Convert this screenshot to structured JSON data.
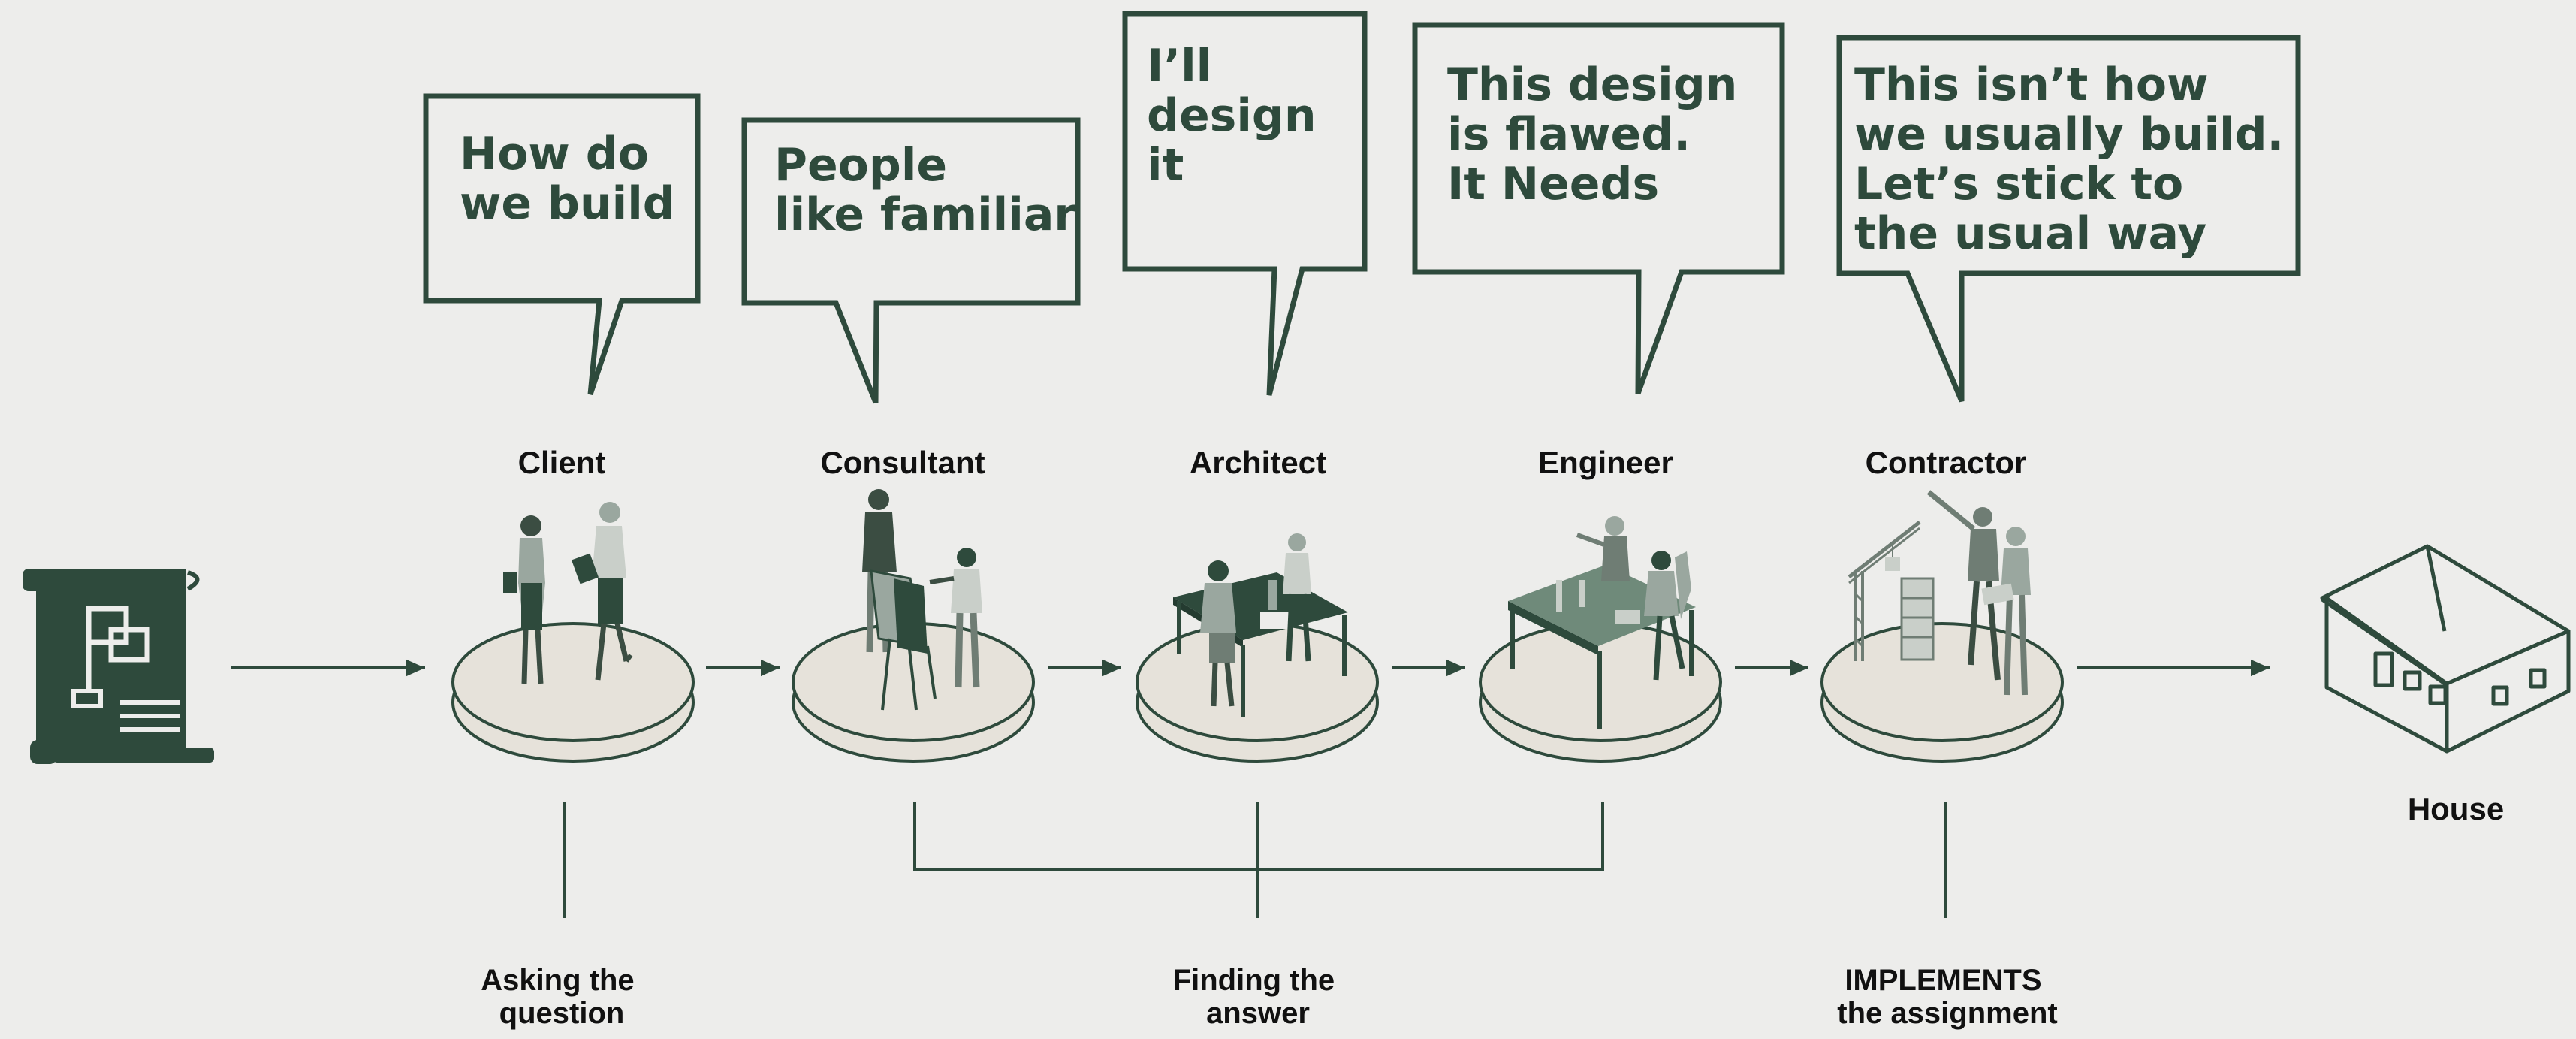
{
  "bubbles": [
    {
      "lines": [
        "How do",
        "we build"
      ]
    },
    {
      "lines": [
        "People",
        "like familiar"
      ]
    },
    {
      "lines": [
        "I’ll",
        "design",
        "it"
      ]
    },
    {
      "lines": [
        "This design",
        "is flawed.",
        "It Needs"
      ]
    },
    {
      "lines": [
        "This isn’t how",
        "we usually build.",
        "Let’s stick to",
        "the usual way"
      ]
    }
  ],
  "roles": [
    "Client",
    "Consultant",
    "Architect",
    "Engineer",
    "Contractor"
  ],
  "start_icon": "blueprint-scroll-icon",
  "end": {
    "label": "House",
    "icon": "house-icon"
  },
  "captions": [
    {
      "lines": [
        "Asking the",
        "question"
      ]
    },
    {
      "lines": [
        "Finding the",
        "answer"
      ]
    },
    {
      "lines": [
        "IMPLEMENTS",
        "the assignment"
      ]
    }
  ],
  "colors": {
    "accent": "#2e4a3c",
    "platform": "#e6e2da",
    "background": "#ededeb"
  }
}
